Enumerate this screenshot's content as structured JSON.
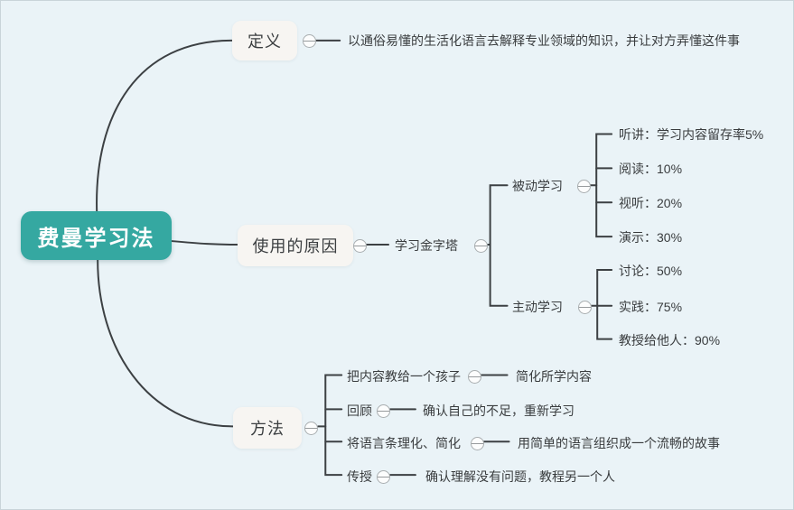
{
  "app": {
    "background_color": "#eaf3f7",
    "line_color": "#3c4043",
    "accent_color": "#35a8a1",
    "node_bg_color": "#f7f5f2",
    "collapse_icon": "minus-circle"
  },
  "root": {
    "label": "费曼学习法"
  },
  "branches": [
    {
      "label": "定义",
      "note": "以通俗易懂的生活化语言去解释专业领域的知识，并让对方弄懂这件事"
    },
    {
      "label": "使用的原因",
      "child": {
        "label": "学习金字塔",
        "groups": [
          {
            "label": "被动学习",
            "items": [
              "听讲：学习内容留存率5%",
              "阅读：10%",
              "视听：20%",
              "演示：30%"
            ]
          },
          {
            "label": "主动学习",
            "items": [
              "讨论：50%",
              "实践：75%",
              "教授给他人：90%"
            ]
          }
        ]
      }
    },
    {
      "label": "方法",
      "steps": [
        {
          "label": "把内容教给一个孩子",
          "note": "简化所学内容"
        },
        {
          "label": "回顾",
          "note": "确认自己的不足，重新学习"
        },
        {
          "label": "将语言条理化、简化",
          "note": "用简单的语言组织成一个流畅的故事"
        },
        {
          "label": "传授",
          "note": "确认理解没有问题，教程另一个人"
        }
      ]
    }
  ]
}
